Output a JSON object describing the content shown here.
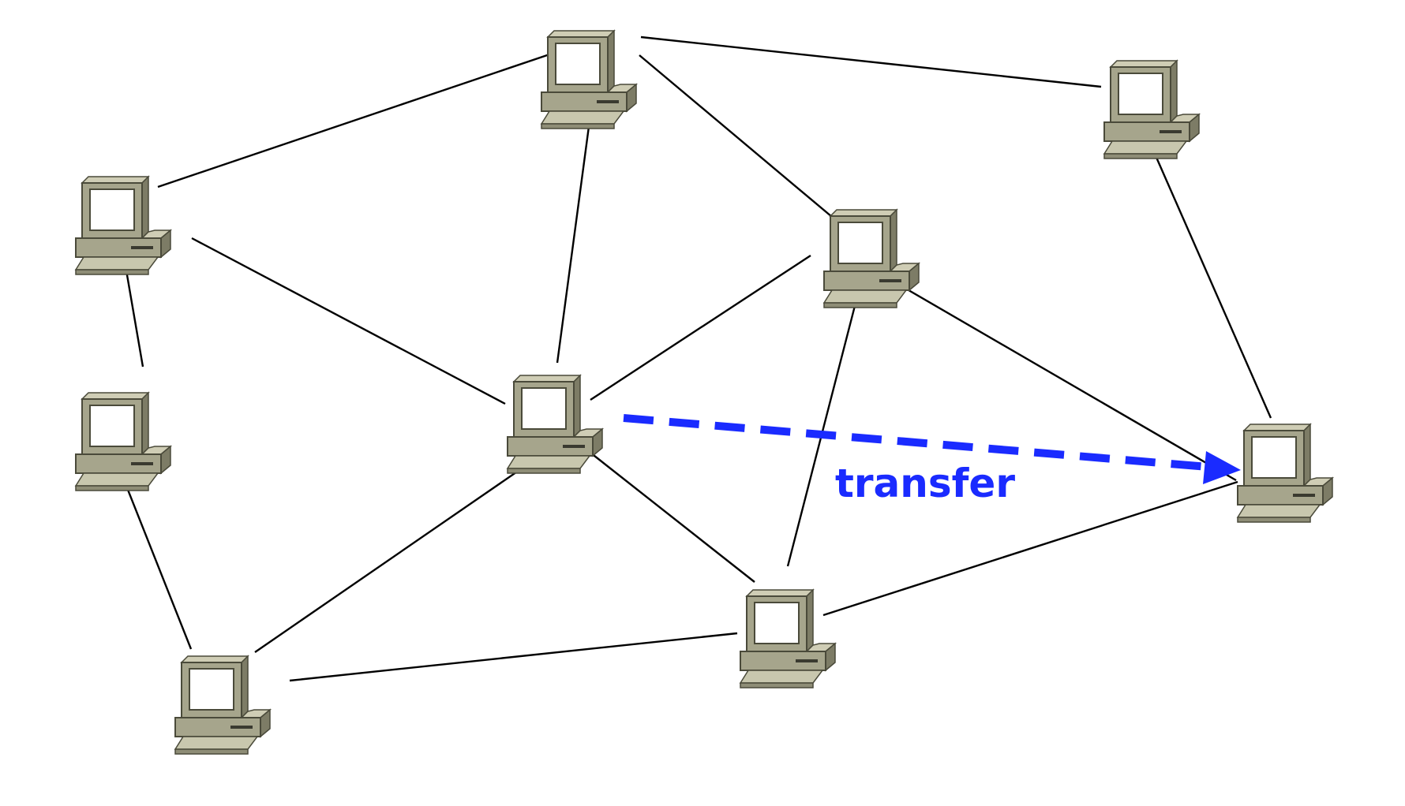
{
  "diagram": {
    "type": "peer-to-peer network",
    "nodes": [
      {
        "id": "n-top",
        "icon": "computer-icon"
      },
      {
        "id": "n-top-right",
        "icon": "computer-icon"
      },
      {
        "id": "n-left-upper",
        "icon": "computer-icon"
      },
      {
        "id": "n-right-mid",
        "icon": "computer-icon"
      },
      {
        "id": "n-left-mid",
        "icon": "computer-icon"
      },
      {
        "id": "n-center",
        "icon": "computer-icon"
      },
      {
        "id": "n-far-right",
        "icon": "computer-icon"
      },
      {
        "id": "n-bottom-mid",
        "icon": "computer-icon"
      },
      {
        "id": "n-bottom-left",
        "icon": "computer-icon"
      }
    ],
    "links": [
      [
        "n-top",
        "n-top-right"
      ],
      [
        "n-top",
        "n-left-upper"
      ],
      [
        "n-top",
        "n-center"
      ],
      [
        "n-top",
        "n-right-mid"
      ],
      [
        "n-top-right",
        "n-far-right"
      ],
      [
        "n-left-upper",
        "n-center"
      ],
      [
        "n-left-upper",
        "n-left-mid"
      ],
      [
        "n-left-mid",
        "n-bottom-left"
      ],
      [
        "n-center",
        "n-right-mid"
      ],
      [
        "n-center",
        "n-bottom-left"
      ],
      [
        "n-center",
        "n-bottom-mid"
      ],
      [
        "n-right-mid",
        "n-far-right"
      ],
      [
        "n-right-mid",
        "n-bottom-mid"
      ],
      [
        "n-bottom-mid",
        "n-bottom-left"
      ],
      [
        "n-bottom-mid",
        "n-far-right"
      ]
    ],
    "transfer": {
      "from": "n-center",
      "to": "n-far-right",
      "label": "transfer",
      "color": "#1a2bff",
      "style": "dashed-arrow"
    },
    "colors": {
      "link": "#000000",
      "monitor_body": "#a6a58c",
      "monitor_screen": "#ffffff",
      "outline": "#4a4a3a"
    }
  }
}
